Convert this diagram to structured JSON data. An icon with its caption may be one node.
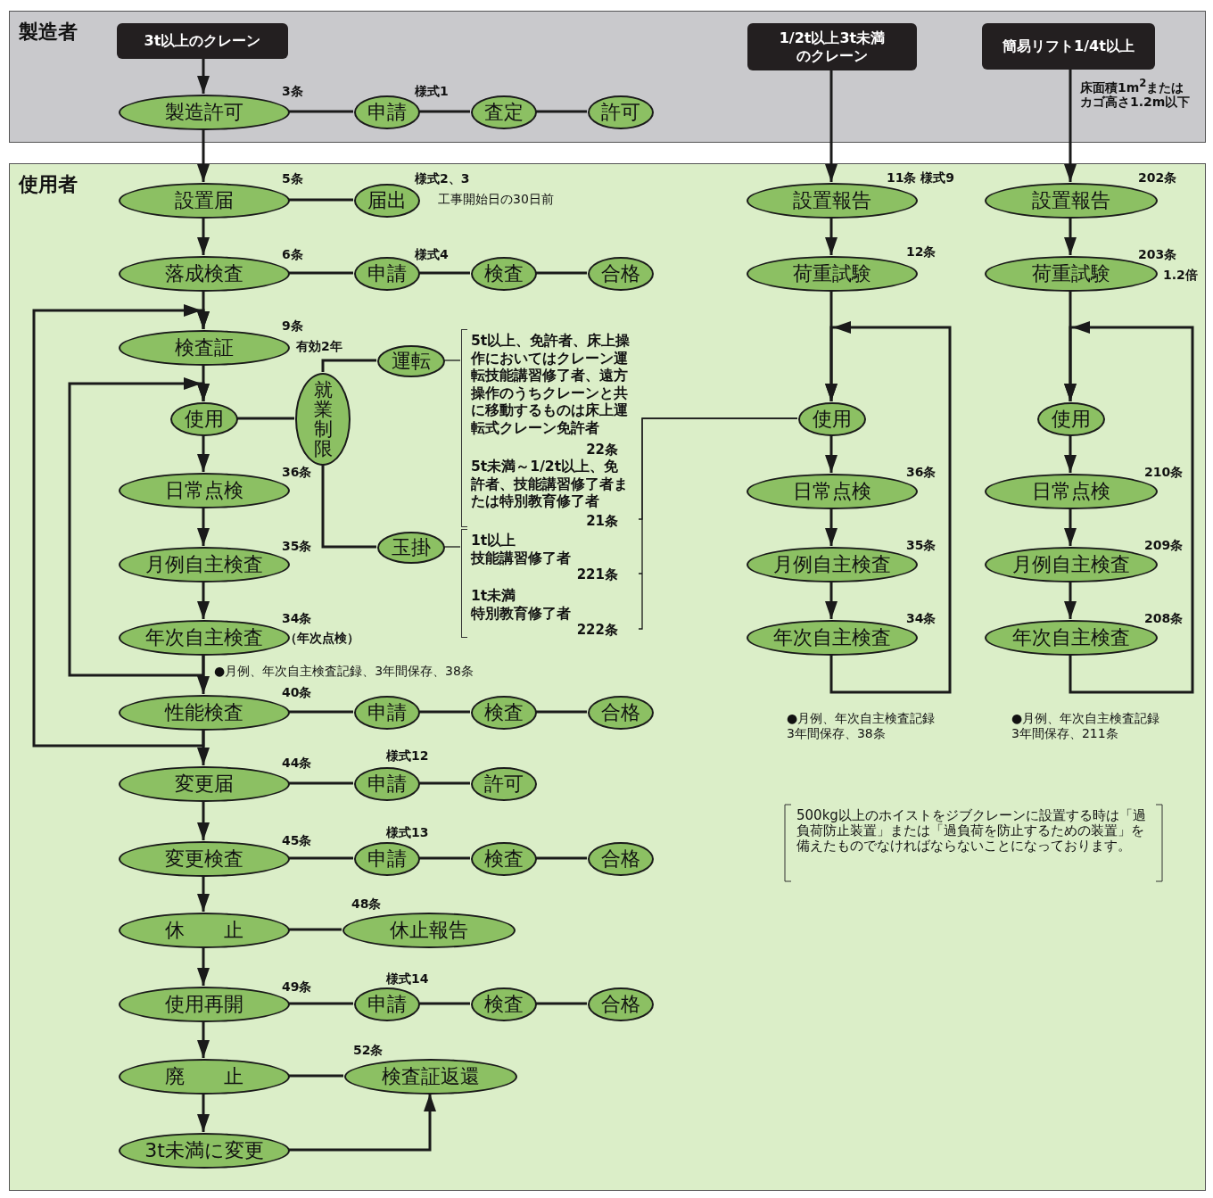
{
  "diagram": {
    "nodes": [
      {
        "text": [
          "製造者"
        ]
      },
      {
        "text": [
          "使用者"
        ]
      },
      {
        "text": [
          "3t以上のクレーン"
        ],
        "in": 0
      },
      {
        "text": [
          "1/2t以上3t未満のクレーン"
        ],
        "in": 0
      },
      {
        "text": [
          "簡易リフト1/4t以上"
        ],
        "beside": [
          "床面積1m$^{2}$またはカゴ高さ1.2m以下"
        ],
        "in": 0
      },
      {
        "text": [
          "製造許可"
        ],
        "beside": [
          "3条"
        ],
        "in": 0
      },
      {
        "text": [
          "申請"
        ],
        "beside": [
          "様式1"
        ],
        "in": 0
      },
      {
        "text": [
          "査定"
        ],
        "in": 0
      },
      {
        "text": [
          "許可"
        ],
        "in": 0
      },
      {
        "text": [
          "設置届"
        ],
        "beside": [
          "5条"
        ],
        "in": 1
      },
      {
        "text": [
          "届出"
        ],
        "beside": [
          "様式2、3",
          "工事開始日の30日前"
        ],
        "in": 1
      },
      {
        "text": [
          "落成検査"
        ],
        "beside": [
          "6条"
        ],
        "in": 1
      },
      {
        "text": [
          "申請"
        ],
        "beside": [
          "様式4"
        ],
        "in": 1
      },
      {
        "text": [
          "検査"
        ],
        "in": 1
      },
      {
        "text": [
          "合格"
        ],
        "in": 1
      },
      {
        "text": [
          "検査証"
        ],
        "beside": [
          "9条",
          "有効2年"
        ],
        "in": 1
      },
      {
        "text": [
          "使用"
        ],
        "in": 1
      },
      {
        "text": [
          "就業制限"
        ],
        "in": 1
      },
      {
        "text": [
          "運転"
        ],
        "in": 1
      },
      {
        "text": [
          "玉掛"
        ],
        "in": 1
      },
      {
        "text": [
          "日常点検"
        ],
        "beside": [
          "36条"
        ],
        "in": 1
      },
      {
        "text": [
          "月例自主検査"
        ],
        "beside": [
          "35条"
        ],
        "in": 1
      },
      {
        "text": [
          "年次自主検査"
        ],
        "beside": [
          "34条",
          "（年次点検）"
        ],
        "in": 1
      },
      {
        "text": [
          "性能検査"
        ],
        "beside": [
          "40条"
        ],
        "in": 1
      },
      {
        "text": [
          "申請"
        ],
        "in": 1
      },
      {
        "text": [
          "検査"
        ],
        "in": 1
      },
      {
        "text": [
          "合格"
        ],
        "in": 1
      },
      {
        "text": [
          "変更届"
        ],
        "beside": [
          "44条"
        ],
        "in": 1
      },
      {
        "text": [
          "申請"
        ],
        "beside": [
          "様式12"
        ],
        "in": 1
      },
      {
        "text": [
          "許可"
        ],
        "in": 1
      },
      {
        "text": [
          "変更検査"
        ],
        "beside": [
          "45条"
        ],
        "in": 1
      },
      {
        "text": [
          "申請"
        ],
        "beside": [
          "様式13"
        ],
        "in": 1
      },
      {
        "text": [
          "検査"
        ],
        "in": 1
      },
      {
        "text": [
          "合格"
        ],
        "in": 1
      },
      {
        "text": [
          "休　　止"
        ],
        "in": 1
      },
      {
        "text": [
          "休止報告"
        ],
        "beside": [
          "48条"
        ],
        "in": 1
      },
      {
        "text": [
          "使用再開"
        ],
        "beside": [
          "49条"
        ],
        "in": 1
      },
      {
        "text": [
          "申請"
        ],
        "beside": [
          "様式14"
        ],
        "in": 1
      },
      {
        "text": [
          "検査"
        ],
        "in": 1
      },
      {
        "text": [
          "合格"
        ],
        "in": 1
      },
      {
        "text": [
          "廃　　止"
        ],
        "in": 1
      },
      {
        "text": [
          "検査証返還"
        ],
        "beside": [
          "52条"
        ],
        "in": 1
      },
      {
        "text": [
          "3t未満に変更"
        ],
        "in": 1
      },
      {
        "text": [
          "設置報告"
        ],
        "beside": [
          "11条 様式9"
        ],
        "in": 1
      },
      {
        "text": [
          "荷重試験"
        ],
        "beside": [
          "12条"
        ],
        "in": 1
      },
      {
        "text": [
          "使用"
        ],
        "in": 1
      },
      {
        "text": [
          "日常点検"
        ],
        "beside": [
          "36条"
        ],
        "in": 1
      },
      {
        "text": [
          "月例自主検査"
        ],
        "beside": [
          "35条"
        ],
        "in": 1
      },
      {
        "text": [
          "年次自主検査"
        ],
        "beside": [
          "34条"
        ],
        "in": 1
      },
      {
        "text": [
          "設置報告"
        ],
        "beside": [
          "202条"
        ],
        "in": 1
      },
      {
        "text": [
          "荷重試験"
        ],
        "beside": [
          "203条",
          "1.2倍"
        ],
        "in": 1
      },
      {
        "text": [
          "使用"
        ],
        "in": 1
      },
      {
        "text": [
          "日常点検"
        ],
        "beside": [
          "210条"
        ],
        "in": 1
      },
      {
        "text": [
          "月例自主検査"
        ],
        "beside": [
          "209条"
        ],
        "in": 1
      },
      {
        "text": [
          "年次自主検査"
        ],
        "beside": [
          "208条"
        ],
        "in": 1
      },
      {
        "text": [
          "5t以上、免許者、床上操作においてはクレーン運転技能講習修了者、遠方操作のうちクレーンと共に移動するものは床上運転式クレーン免許者",
          "22条",
          "5t未満～1/2t以上、免許者、技能講習修了者または特別教育修了者",
          "21条"
        ],
        "in": 1
      },
      {
        "text": [
          "1t以上",
          "技能講習修了者",
          "221条",
          "1t未満",
          "特別教育修了者",
          "222条"
        ],
        "in": 1
      }
    ],
    "edges": [
      {
        "from": 2,
        "to": 5,
        "arrow": "to"
      },
      {
        "from": 5,
        "to": 6,
        "arrow": "none"
      },
      {
        "from": 6,
        "to": 7,
        "arrow": "none"
      },
      {
        "from": 7,
        "to": 8,
        "arrow": "none"
      },
      {
        "from": 5,
        "to": 9,
        "arrow": "to"
      },
      {
        "from": 9,
        "to": 10,
        "arrow": "none"
      },
      {
        "from": 9,
        "to": 11,
        "arrow": "to"
      },
      {
        "from": 11,
        "to": 12,
        "arrow": "none"
      },
      {
        "from": 12,
        "to": 13,
        "arrow": "none"
      },
      {
        "from": 13,
        "to": 14,
        "arrow": "none"
      },
      {
        "from": 11,
        "to": 15,
        "arrow": "to"
      },
      {
        "from": 15,
        "to": 16,
        "arrow": "to"
      },
      {
        "from": 16,
        "to": 17,
        "arrow": "none"
      },
      {
        "from": 17,
        "to": 18,
        "arrow": "none"
      },
      {
        "from": 17,
        "to": 19,
        "arrow": "none"
      },
      {
        "from": 18,
        "to": 55,
        "arrow": "none"
      },
      {
        "from": 19,
        "to": 56,
        "arrow": "none"
      },
      {
        "from": 55,
        "to": 45,
        "arrow": "none"
      },
      {
        "from": 56,
        "to": 45,
        "arrow": "none"
      },
      {
        "from": 16,
        "to": 20,
        "arrow": "to"
      },
      {
        "from": 20,
        "to": 21,
        "arrow": "to"
      },
      {
        "from": 21,
        "to": 22,
        "arrow": "to"
      },
      {
        "from": 22,
        "to": 23,
        "arrow": "to"
      },
      {
        "from": 22,
        "to": 16,
        "arrow": "to"
      },
      {
        "from": 23,
        "to": 15,
        "arrow": "to"
      },
      {
        "from": 23,
        "to": 24,
        "arrow": "none"
      },
      {
        "from": 24,
        "to": 25,
        "arrow": "none"
      },
      {
        "from": 25,
        "to": 26,
        "arrow": "none"
      },
      {
        "from": 23,
        "to": 27,
        "arrow": "to"
      },
      {
        "from": 27,
        "to": 28,
        "arrow": "none"
      },
      {
        "from": 28,
        "to": 29,
        "arrow": "none"
      },
      {
        "from": 27,
        "to": 30,
        "arrow": "to"
      },
      {
        "from": 30,
        "to": 31,
        "arrow": "none"
      },
      {
        "from": 31,
        "to": 32,
        "arrow": "none"
      },
      {
        "from": 32,
        "to": 33,
        "arrow": "none"
      },
      {
        "from": 30,
        "to": 34,
        "arrow": "to"
      },
      {
        "from": 34,
        "to": 35,
        "arrow": "none"
      },
      {
        "from": 34,
        "to": 36,
        "arrow": "to"
      },
      {
        "from": 36,
        "to": 37,
        "arrow": "none"
      },
      {
        "from": 37,
        "to": 38,
        "arrow": "none"
      },
      {
        "from": 38,
        "to": 39,
        "arrow": "none"
      },
      {
        "from": 36,
        "to": 40,
        "arrow": "to"
      },
      {
        "from": 40,
        "to": 41,
        "arrow": "none"
      },
      {
        "from": 40,
        "to": 42,
        "arrow": "to"
      },
      {
        "from": 42,
        "to": 41,
        "arrow": "to"
      },
      {
        "from": 3,
        "to": 43,
        "arrow": "to"
      },
      {
        "from": 43,
        "to": 44,
        "arrow": "to"
      },
      {
        "from": 44,
        "to": 45,
        "arrow": "to"
      },
      {
        "from": 45,
        "to": 46,
        "arrow": "to"
      },
      {
        "from": 46,
        "to": 47,
        "arrow": "to"
      },
      {
        "from": 47,
        "to": 48,
        "arrow": "to"
      },
      {
        "from": 48,
        "to": 45,
        "arrow": "to"
      },
      {
        "from": 4,
        "to": 49,
        "arrow": "to"
      },
      {
        "from": 49,
        "to": 50,
        "arrow": "to"
      },
      {
        "from": 50,
        "to": 51,
        "arrow": "to"
      },
      {
        "from": 51,
        "to": 52,
        "arrow": "to"
      },
      {
        "from": 52,
        "to": 53,
        "arrow": "to"
      },
      {
        "from": 53,
        "to": 54,
        "arrow": "to"
      },
      {
        "from": 54,
        "to": 51,
        "arrow": "to"
      }
    ],
    "labels": [
      "●月例、年次自主検査記録、3年間保存、38条",
      "●月例、年次自主検査記録3年間保存、38条",
      "●月例、年次自主検査記録3年間保存、211条",
      "500kg以上のホイストをジブクレーンに設置する時は「過負荷防止装置」または「過負荷を防止するための装置」を備えたものでなければならないことになっております。"
    ]
  }
}
